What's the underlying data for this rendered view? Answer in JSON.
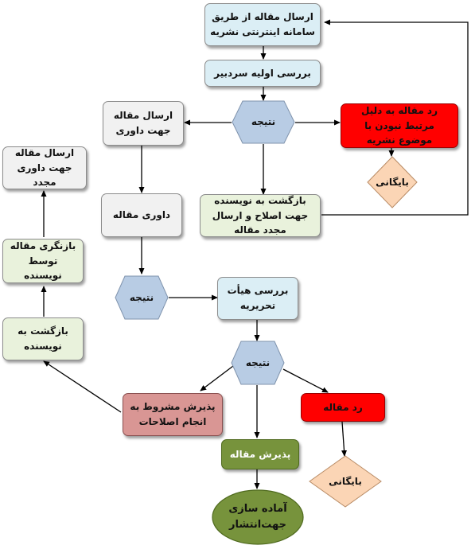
{
  "nodes": {
    "submit_online": "ارسال مقاله از طریق سامانه اینترنتی نشریه",
    "editor_review": "بررسی اولیه سردبیر",
    "result_1": "نتیجه",
    "send_for_review": "ارسال مقاله جهت داوری",
    "reject_irrelevant": "رد مقاله به دلیل مرتبط نبودن با موضوع نشریه",
    "archive_1": "بایگانی",
    "return_to_author_fix": "بازگشت به نویسنده جهت اصلاح و ارسال مجدد مقاله",
    "peer_review": "داوری مقاله",
    "resend_for_review": "ارسال مقاله جهت داوری مجدد",
    "author_revision": "بازنگری مقاله توسط نویسنده",
    "result_2": "نتیجه",
    "board_review": "بررسی هیأت تحریریه",
    "return_to_author": "بازگشت به نویسنده",
    "result_3": "نتیجه",
    "conditional_accept": "پذیرش مشروط به انجام اصلاحات",
    "reject": "رد مقاله",
    "accept": "پذیرش مقاله",
    "archive_2": "بایگانی",
    "prepare_publish": "آماده سازی جهت‌انتشار"
  },
  "colors": {
    "blue_box": "#dbeef5",
    "grey_box": "#f1f1f1",
    "green_box": "#e9f2dc",
    "red_box": "#ff0000",
    "pink_box": "#d99694",
    "olive_box": "#77933c",
    "hexagon": "#b8cce4",
    "diamond": "#fbd5b5",
    "oval": "#77933c"
  }
}
